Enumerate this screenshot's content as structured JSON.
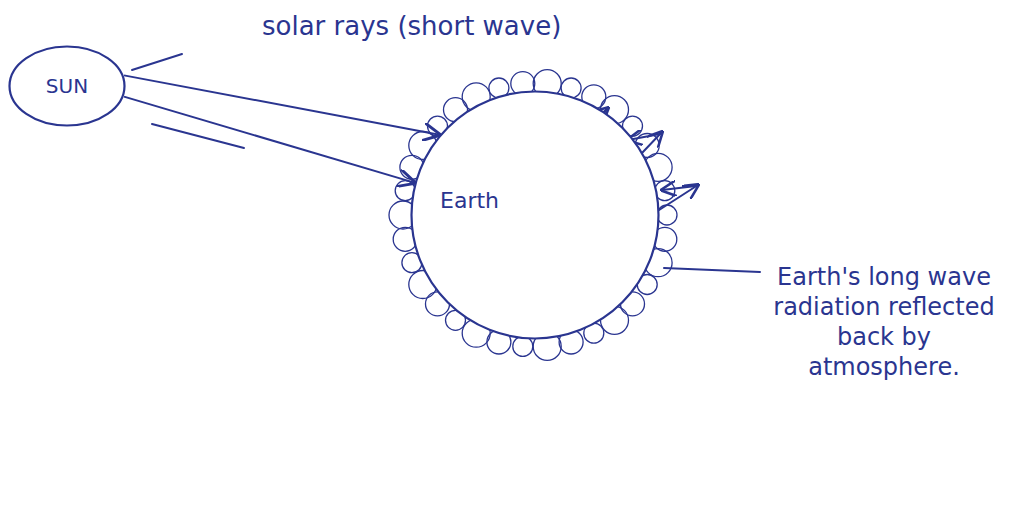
{
  "diagram": {
    "nodes": [
      {
        "text": [
          "SUN"
        ]
      },
      {
        "text": [
          "Earth"
        ]
      }
    ],
    "edges": [
      {
        "from": 0,
        "to": 1,
        "arrow": "to"
      },
      {
        "from": 0,
        "to": 1,
        "arrow": "to"
      }
    ],
    "labels": [
      "solar rays (short wave)",
      "Earth's long wave radiation reflected back by atmosphere."
    ]
  }
}
